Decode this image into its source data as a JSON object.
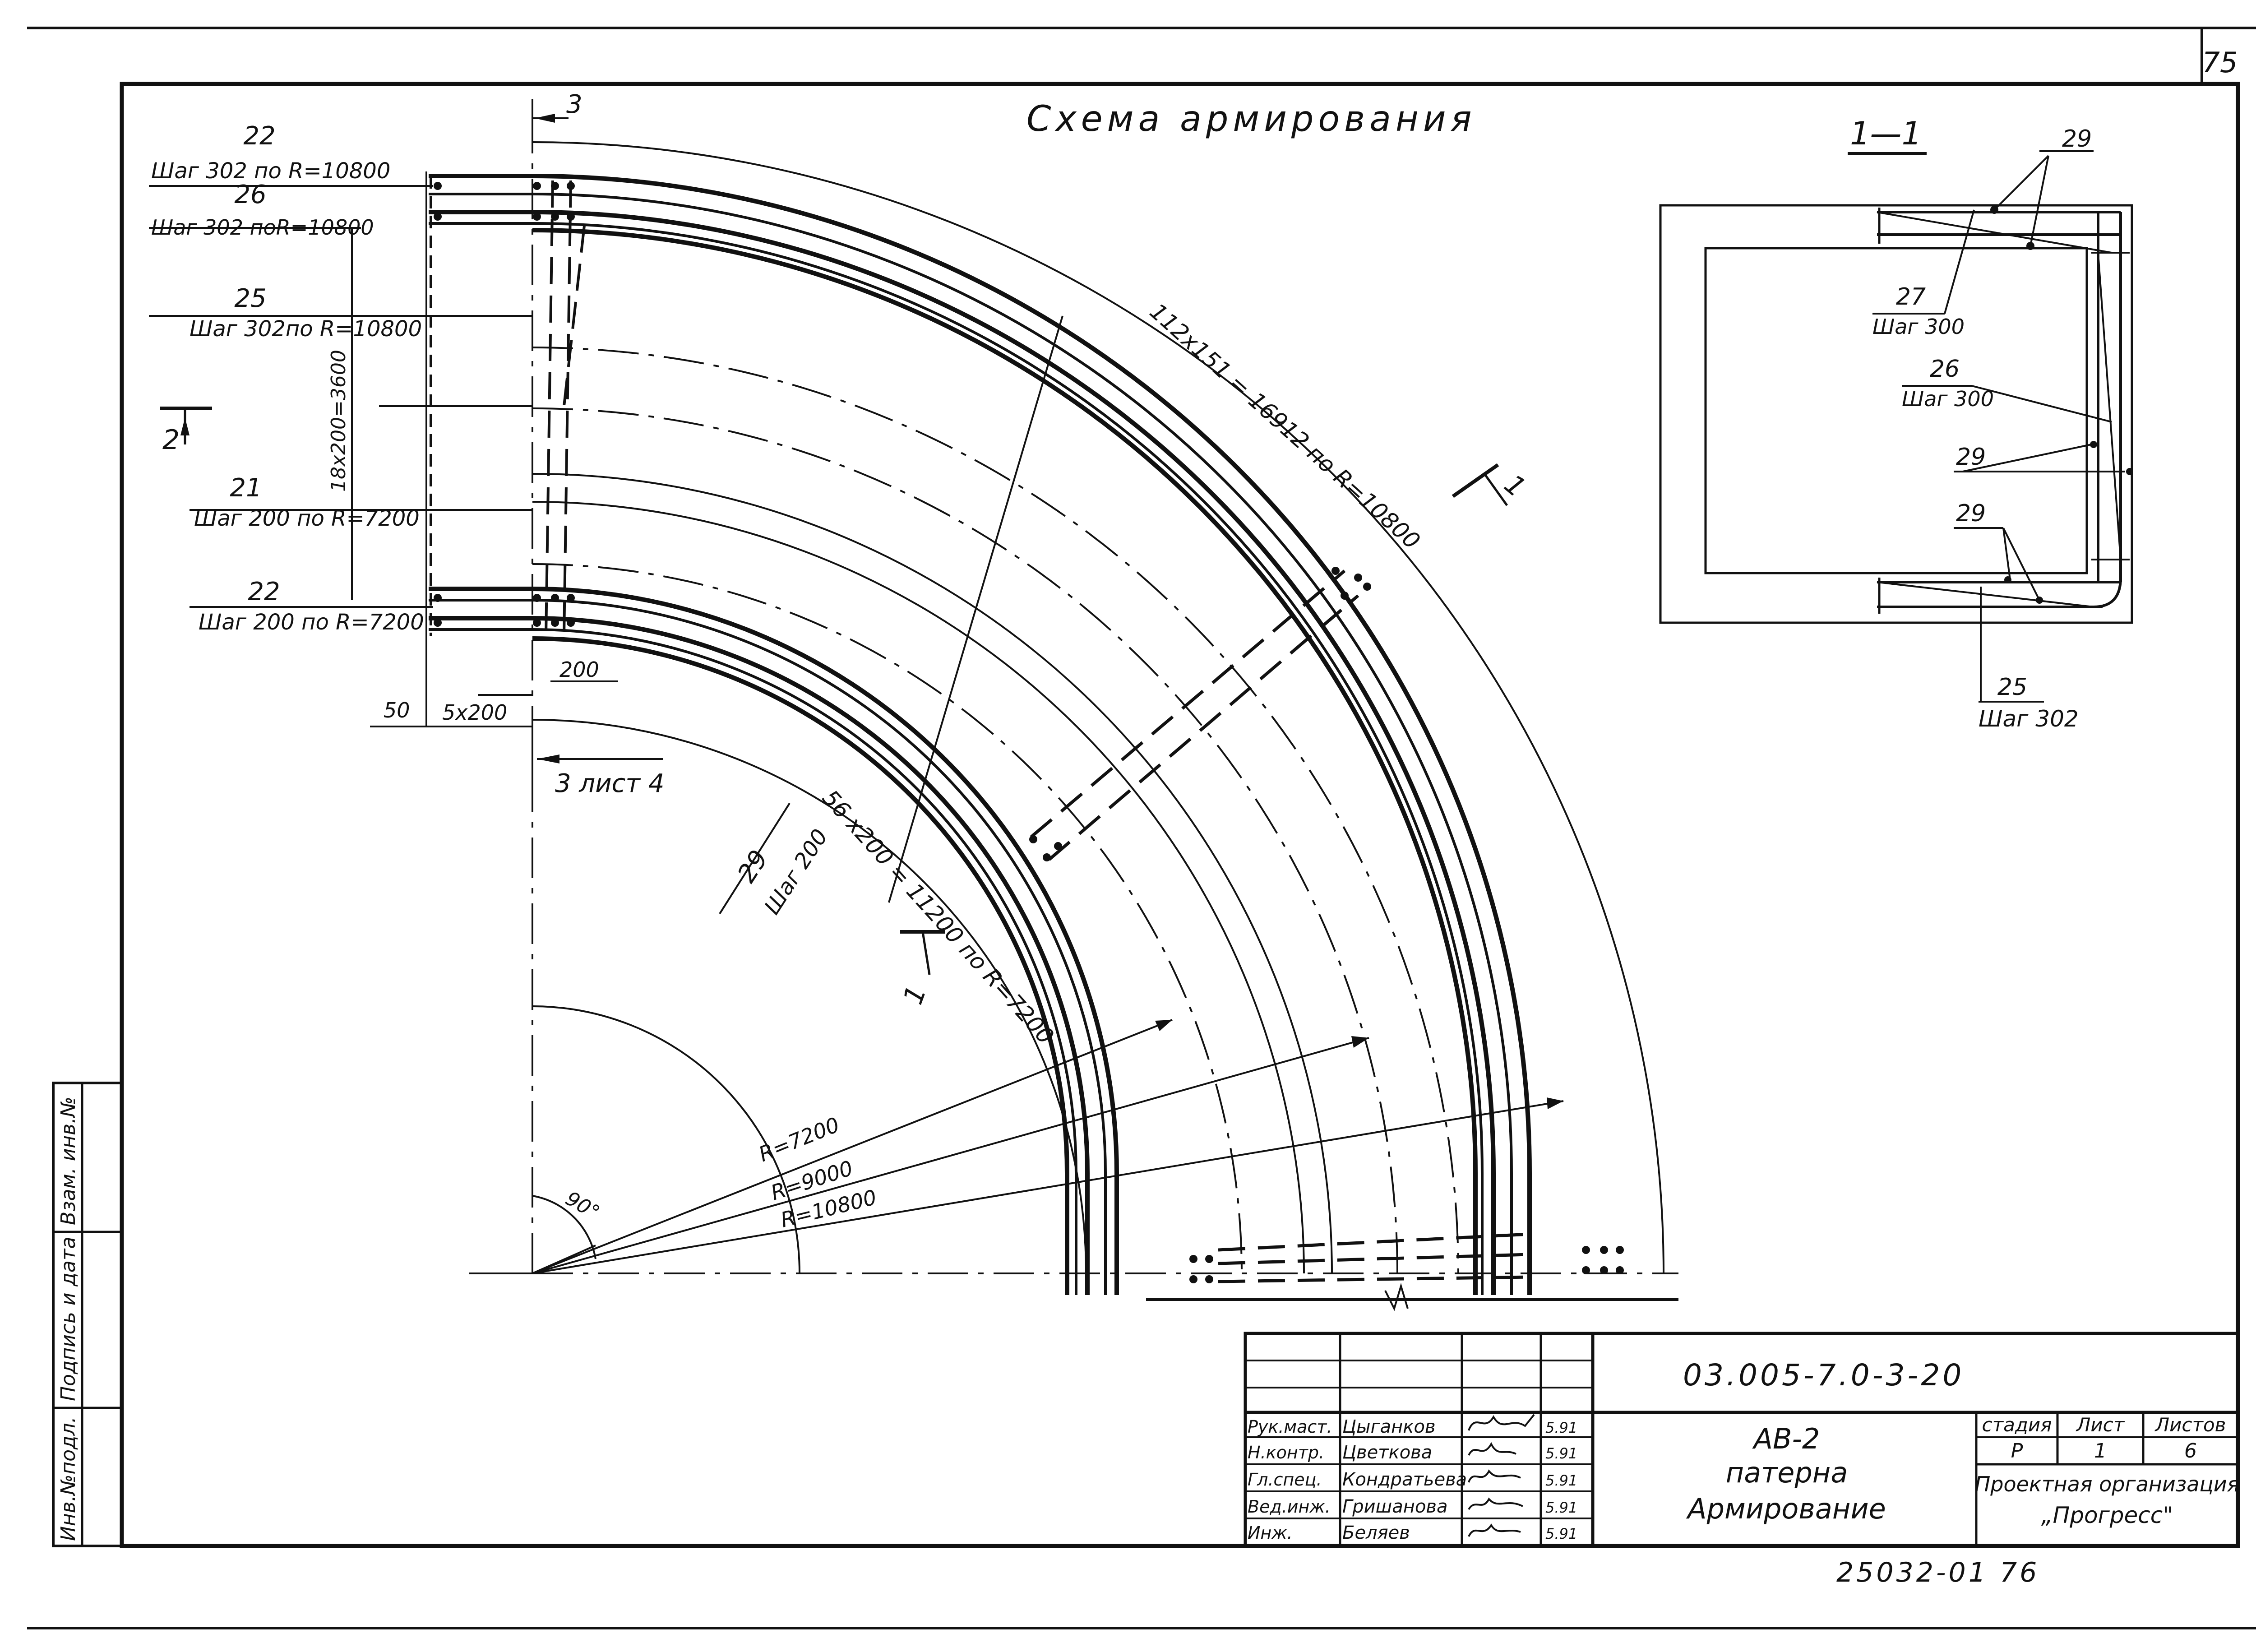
{
  "sheet_number": "75",
  "title": "Схема армирования",
  "bottom_code": "25032-01 76",
  "section_1_1": {
    "label": "1—1",
    "callouts": {
      "c29_top": "29",
      "c27": "27",
      "c27_step": "Шаг 300",
      "c26": "26",
      "c26_step": "Шаг 300",
      "c29_mid": "29",
      "c29_low": "29",
      "c25": "25",
      "c25_step": "Шаг 302"
    }
  },
  "left_callouts": {
    "c22_top": "22",
    "c22_top_step": "Шаг 302 по R=10800",
    "c26": "26",
    "c26_step": "Шаг 302 поR=10800",
    "c25": "25",
    "c25_step": "Шаг 302по R=10800",
    "c21": "21",
    "c21_step": "Шаг 200 по R=7200",
    "c22_bot": "22",
    "c22_bot_step": "Шаг 200 по R=7200"
  },
  "dimensions": {
    "vertical": "18x200=3600",
    "d200": "200",
    "d50": "50",
    "d5x200": "5x200",
    "outer_arc": "112x151 = 16912 по R=10800",
    "inner_arc": "56 x200 = 11200 по R=7200",
    "angle": "90°",
    "r7200": "R=7200",
    "r9000": "R=9000",
    "r10800": "R=10800"
  },
  "markers": {
    "m3": "3",
    "m3_sheet4": "3 лист 4",
    "m2": "2",
    "m1_outer": "1",
    "m1_inner": "1"
  },
  "leader_29": {
    "num": "29",
    "step": "Шаг 200"
  },
  "side_stamp": {
    "vzam": "Взам. инв.№",
    "podpis": "Подпись и дата",
    "inv": "Инв.№подл."
  },
  "title_block": {
    "code": "03.005-7.0-3-20",
    "name_line1": "АВ-2",
    "name_line2": "патерна",
    "name_line3": "Армирование",
    "stage_header": "стадия",
    "sheet_header": "Лист",
    "sheets_header": "Листов",
    "stage": "Р",
    "sheet": "1",
    "sheets": "6",
    "org_line1": "Проектная организация",
    "org_line2": "„Прогресс\"",
    "people": [
      {
        "role": "Рук.маст.",
        "name": "Цыганков",
        "date": "5.91"
      },
      {
        "role": "Н.контр.",
        "name": "Цветкова",
        "date": "5.91"
      },
      {
        "role": "Гл.спец.",
        "name": "Кондратьева",
        "date": "5.91"
      },
      {
        "role": "Вед.инж.",
        "name": "Гришанова",
        "date": "5.91"
      },
      {
        "role": "Инж.",
        "name": "Беляев",
        "date": "5.91"
      }
    ]
  }
}
